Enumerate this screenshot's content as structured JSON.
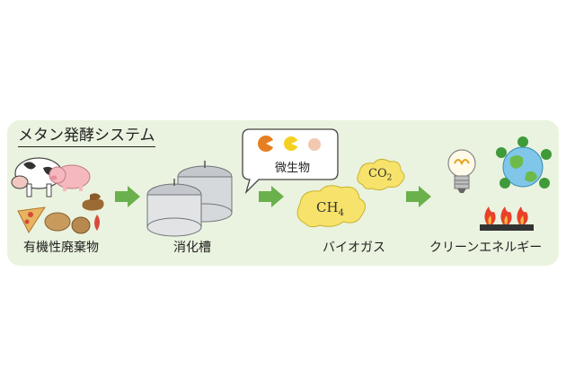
{
  "title": "メタン発酵システム",
  "stages": [
    {
      "label": "有機性廃棄物"
    },
    {
      "label": "消化槽"
    },
    {
      "label": "バイオガス"
    },
    {
      "label": "クリーンエネルギー"
    }
  ],
  "callout": {
    "label": "微生物"
  },
  "gases": {
    "ch4": "CH",
    "ch4_sub": "4",
    "co2": "CO",
    "co2_sub": "2"
  },
  "colors": {
    "panel": "#eaf3df",
    "arrow": "#6ab04c",
    "cloud": "#f7e36b",
    "tank": "#d6d9dc"
  }
}
